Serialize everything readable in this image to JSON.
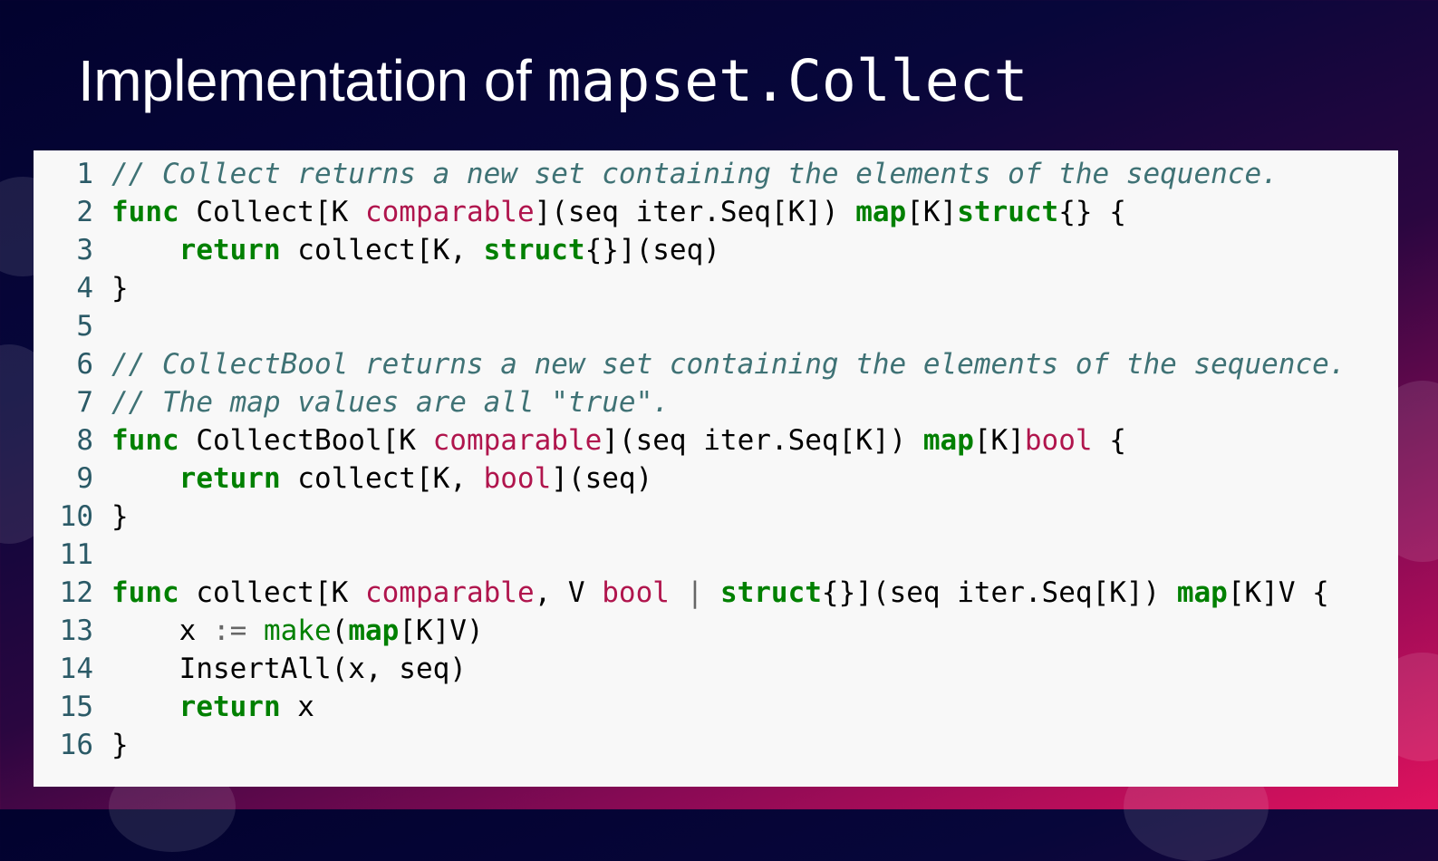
{
  "slide": {
    "title_prefix": "Implementation of",
    "title_code": "mapset.Collect"
  },
  "code": {
    "lines": [
      {
        "n": "1",
        "tokens": [
          {
            "t": "// Collect returns a new set containing the elements of the sequence.",
            "c": "comment"
          }
        ]
      },
      {
        "n": "2",
        "tokens": [
          {
            "t": "func",
            "c": "kw"
          },
          {
            "t": " Collect[K ",
            "c": ""
          },
          {
            "t": "comparable",
            "c": "ty"
          },
          {
            "t": "](seq iter.Seq[K]) ",
            "c": ""
          },
          {
            "t": "map",
            "c": "kw"
          },
          {
            "t": "[K]",
            "c": ""
          },
          {
            "t": "struct",
            "c": "kw"
          },
          {
            "t": "{} {",
            "c": ""
          }
        ]
      },
      {
        "n": "3",
        "tokens": [
          {
            "t": "    ",
            "c": ""
          },
          {
            "t": "return",
            "c": "kw"
          },
          {
            "t": " collect[K, ",
            "c": ""
          },
          {
            "t": "struct",
            "c": "kw"
          },
          {
            "t": "{}](seq)",
            "c": ""
          }
        ]
      },
      {
        "n": "4",
        "tokens": [
          {
            "t": "}",
            "c": ""
          }
        ]
      },
      {
        "n": "5",
        "tokens": []
      },
      {
        "n": "6",
        "tokens": [
          {
            "t": "// CollectBool returns a new set containing the elements of the sequence.",
            "c": "comment"
          }
        ]
      },
      {
        "n": "7",
        "tokens": [
          {
            "t": "// The map values are all \"true\".",
            "c": "comment"
          }
        ]
      },
      {
        "n": "8",
        "tokens": [
          {
            "t": "func",
            "c": "kw"
          },
          {
            "t": " CollectBool[K ",
            "c": ""
          },
          {
            "t": "comparable",
            "c": "ty"
          },
          {
            "t": "](seq iter.Seq[K]) ",
            "c": ""
          },
          {
            "t": "map",
            "c": "kw"
          },
          {
            "t": "[K]",
            "c": ""
          },
          {
            "t": "bool",
            "c": "ty"
          },
          {
            "t": " {",
            "c": ""
          }
        ]
      },
      {
        "n": "9",
        "tokens": [
          {
            "t": "    ",
            "c": ""
          },
          {
            "t": "return",
            "c": "kw"
          },
          {
            "t": " collect[K, ",
            "c": ""
          },
          {
            "t": "bool",
            "c": "ty"
          },
          {
            "t": "](seq)",
            "c": ""
          }
        ]
      },
      {
        "n": "10",
        "tokens": [
          {
            "t": "}",
            "c": ""
          }
        ]
      },
      {
        "n": "11",
        "tokens": []
      },
      {
        "n": "12",
        "tokens": [
          {
            "t": "func",
            "c": "kw"
          },
          {
            "t": " collect[K ",
            "c": ""
          },
          {
            "t": "comparable",
            "c": "ty"
          },
          {
            "t": ", V ",
            "c": ""
          },
          {
            "t": "bool",
            "c": "ty"
          },
          {
            "t": " ",
            "c": ""
          },
          {
            "t": "|",
            "c": "op"
          },
          {
            "t": " ",
            "c": ""
          },
          {
            "t": "struct",
            "c": "kw"
          },
          {
            "t": "{}](seq iter.Seq[K]) ",
            "c": ""
          },
          {
            "t": "map",
            "c": "kw"
          },
          {
            "t": "[K]V {",
            "c": ""
          }
        ]
      },
      {
        "n": "13",
        "tokens": [
          {
            "t": "    x ",
            "c": ""
          },
          {
            "t": ":=",
            "c": "op"
          },
          {
            "t": " ",
            "c": ""
          },
          {
            "t": "make",
            "c": "bi"
          },
          {
            "t": "(",
            "c": ""
          },
          {
            "t": "map",
            "c": "kw"
          },
          {
            "t": "[K]V)",
            "c": ""
          }
        ]
      },
      {
        "n": "14",
        "tokens": [
          {
            "t": "    InsertAll(x, seq)",
            "c": ""
          }
        ]
      },
      {
        "n": "15",
        "tokens": [
          {
            "t": "    ",
            "c": ""
          },
          {
            "t": "return",
            "c": "kw"
          },
          {
            "t": " x",
            "c": ""
          }
        ]
      },
      {
        "n": "16",
        "tokens": [
          {
            "t": "}",
            "c": ""
          }
        ]
      }
    ]
  },
  "colors": {
    "comment": "#3f7275",
    "keyword": "#008000",
    "type": "#b0154d",
    "line_number": "#2b5a67",
    "panel_background": "#f8f8f8"
  }
}
